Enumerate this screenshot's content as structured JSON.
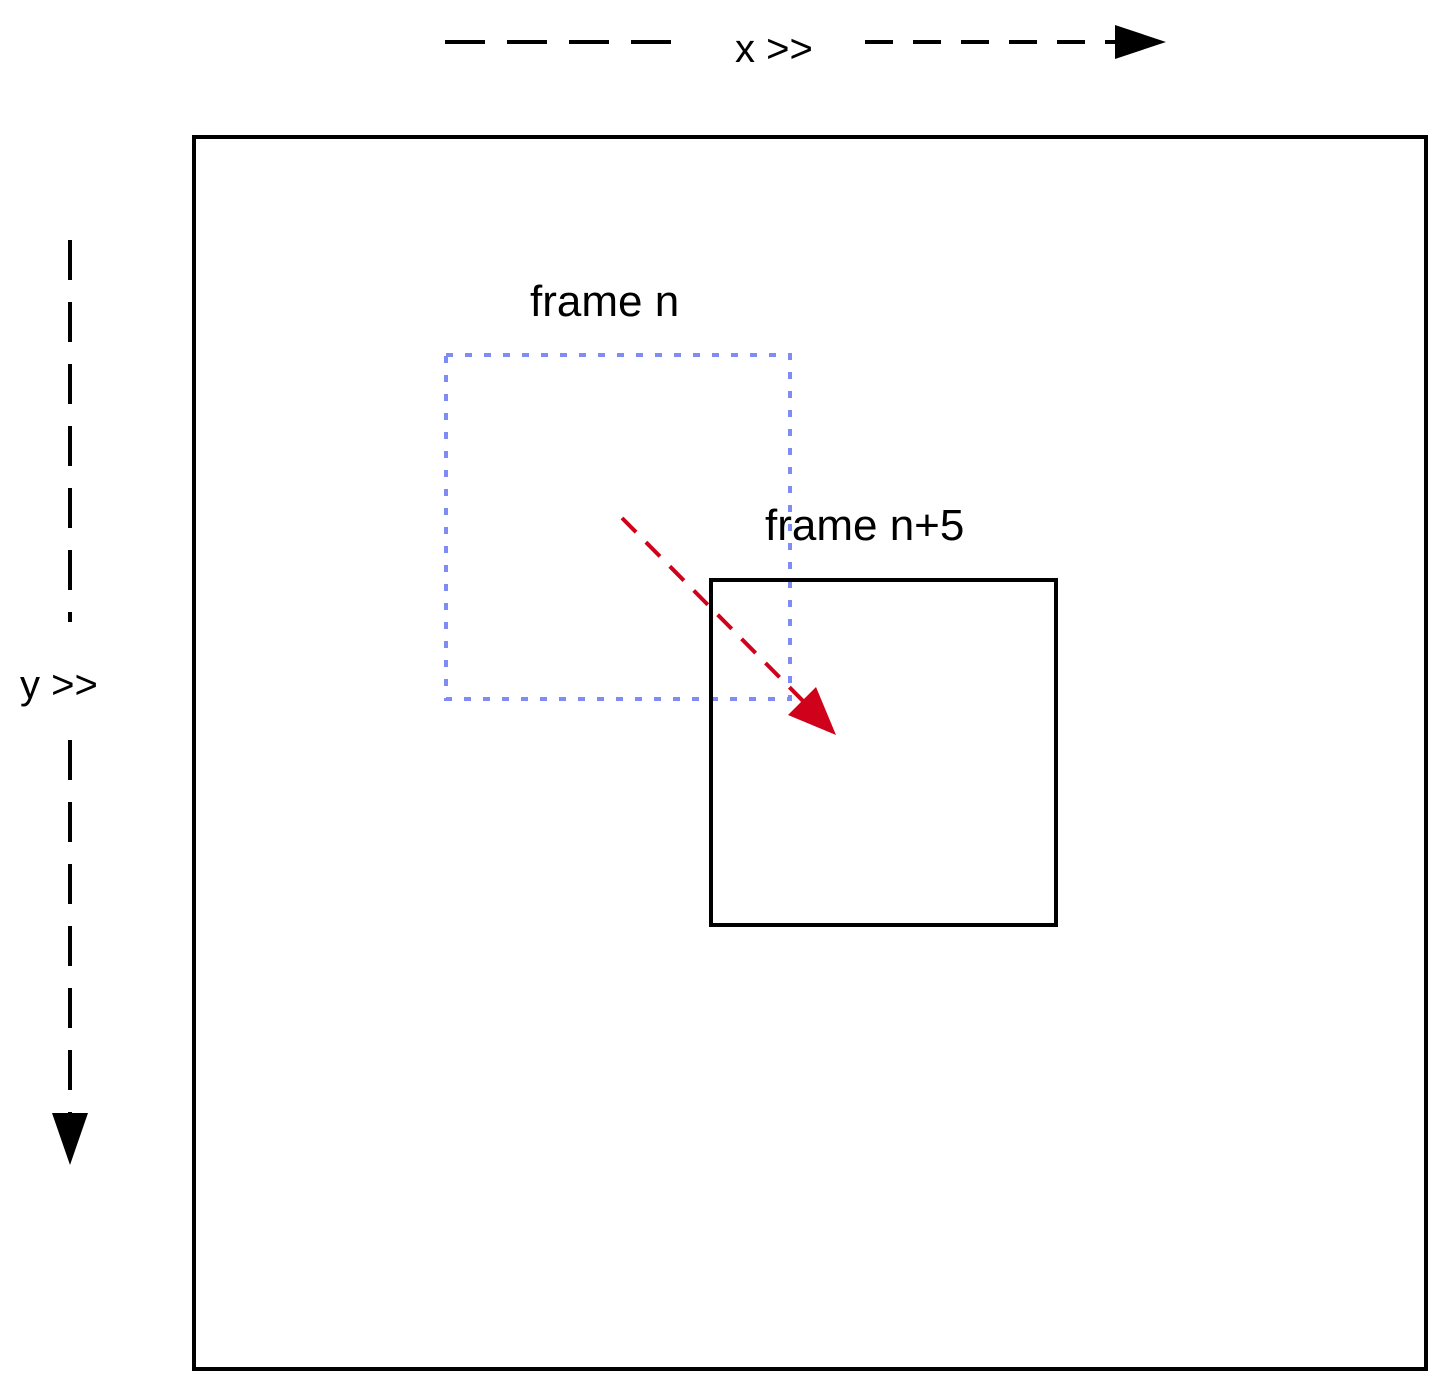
{
  "axes": {
    "x_label": "x >>",
    "y_label": "y >>"
  },
  "frames": {
    "previous": {
      "label": "frame n",
      "color": "#7f8cf5"
    },
    "current": {
      "label": "frame n+5",
      "color": "#000000"
    }
  },
  "motion_arrow": {
    "color": "#d0021b"
  }
}
